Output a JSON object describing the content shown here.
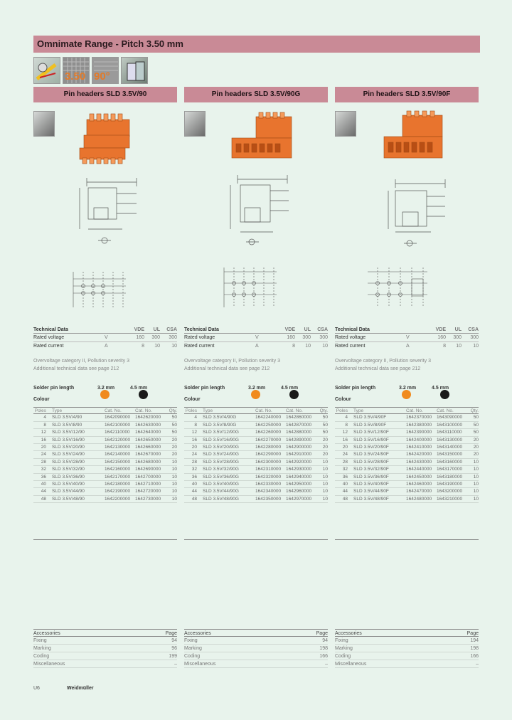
{
  "title": "Omnimate Range - Pitch 3.50 mm",
  "feature_icons": [
    {
      "name": "wire-connection-icon",
      "text": ""
    },
    {
      "name": "pitch-icon",
      "text": "3.50"
    },
    {
      "name": "angle-icon",
      "text": "90°"
    },
    {
      "name": "housing-icon",
      "text": ""
    }
  ],
  "columns": [
    {
      "header": "Pin headers SLD 3.5V/90",
      "tech": {
        "heading": "Technical Data",
        "std": [
          "VDE",
          "UL",
          "CSA"
        ],
        "rows": [
          {
            "label": "Rated voltage",
            "unit": "V",
            "values": [
              "160",
              "300",
              "300"
            ]
          },
          {
            "label": "Rated current",
            "unit": "A",
            "values": [
              "8",
              "10",
              "10"
            ]
          }
        ]
      },
      "notes": [
        "Overvoltage category II, Pollution severity 3",
        "Additional technical data see page 212"
      ],
      "solder": {
        "label": "Solder pin length",
        "len1": "3.2 mm",
        "len2": "4.5 mm",
        "colour": "Colour"
      },
      "order_header": [
        "Poles",
        "Type",
        "Cat. No.",
        "Cat. No.",
        "Qty."
      ],
      "order_rows": [
        [
          "4",
          "SLD 3.5V/4/90",
          "1642090000",
          "1642620000",
          "50"
        ],
        [
          "8",
          "SLD 3.5V/8/90",
          "1642100000",
          "1642630000",
          "50"
        ],
        [
          "12",
          "SLD 3.5V/12/90",
          "1642110000",
          "1642640000",
          "50"
        ],
        [
          "16",
          "SLD 3.5V/16/90",
          "1642120000",
          "1642650000",
          "20"
        ],
        [
          "20",
          "SLD 3.5V/20/90",
          "1642130000",
          "1642660000",
          "20"
        ],
        [
          "24",
          "SLD 3.5V/24/90",
          "1642140000",
          "1642670000",
          "20"
        ],
        [
          "28",
          "SLD 3.5V/28/90",
          "1642150000",
          "1642680000",
          "10"
        ],
        [
          "32",
          "SLD 3.5V/32/90",
          "1642160000",
          "1642690000",
          "10"
        ],
        [
          "36",
          "SLD 3.5V/36/90",
          "1642170000",
          "1642700000",
          "10"
        ],
        [
          "40",
          "SLD 3.5V/40/90",
          "1642180000",
          "1642710000",
          "10"
        ],
        [
          "44",
          "SLD 3.5V/44/90",
          "1642190000",
          "1642720000",
          "10"
        ],
        [
          "48",
          "SLD 3.5V/48/90",
          "1642200000",
          "1642730000",
          "10"
        ]
      ],
      "accessories": {
        "heading": "Accessories",
        "page_label": "Page",
        "rows": [
          [
            "Fixing",
            "94"
          ],
          [
            "Marking",
            "96"
          ],
          [
            "Coding",
            "199"
          ],
          [
            "Miscellaneous",
            "–"
          ]
        ]
      }
    },
    {
      "header": "Pin headers SLD 3.5V/90G",
      "tech": {
        "heading": "Technical Data",
        "std": [
          "VDE",
          "UL",
          "CSA"
        ],
        "rows": [
          {
            "label": "Rated voltage",
            "unit": "V",
            "values": [
              "160",
              "300",
              "300"
            ]
          },
          {
            "label": "Rated current",
            "unit": "A",
            "values": [
              "8",
              "10",
              "10"
            ]
          }
        ]
      },
      "notes": [
        "Overvoltage category II, Pollution severity 3",
        "Additional technical data see page 212"
      ],
      "solder": {
        "label": "Solder pin length",
        "len1": "3.2 mm",
        "len2": "4.5 mm",
        "colour": "Colour"
      },
      "order_header": [
        "Poles",
        "Type",
        "Cat. No.",
        "Cat. No.",
        "Qty."
      ],
      "order_rows": [
        [
          "4",
          "SLD 3.5V/4/90G",
          "1642240000",
          "1642860000",
          "50"
        ],
        [
          "8",
          "SLD 3.5V/8/90G",
          "1642250000",
          "1642870000",
          "50"
        ],
        [
          "12",
          "SLD 3.5V/12/90G",
          "1642260000",
          "1642880000",
          "50"
        ],
        [
          "16",
          "SLD 3.5V/16/90G",
          "1642270000",
          "1642890000",
          "20"
        ],
        [
          "20",
          "SLD 3.5V/20/90G",
          "1642280000",
          "1642900000",
          "20"
        ],
        [
          "24",
          "SLD 3.5V/24/90G",
          "1642290000",
          "1642910000",
          "20"
        ],
        [
          "28",
          "SLD 3.5V/28/90G",
          "1642300000",
          "1642920000",
          "10"
        ],
        [
          "32",
          "SLD 3.5V/32/90G",
          "1642310000",
          "1642930000",
          "10"
        ],
        [
          "36",
          "SLD 3.5V/36/90G",
          "1642320000",
          "1642940000",
          "10"
        ],
        [
          "40",
          "SLD 3.5V/40/90G",
          "1642330000",
          "1642950000",
          "10"
        ],
        [
          "44",
          "SLD 3.5V/44/90G",
          "1642340000",
          "1642960000",
          "10"
        ],
        [
          "48",
          "SLD 3.5V/48/90G",
          "1642350000",
          "1642970000",
          "10"
        ]
      ],
      "accessories": {
        "heading": "Accessories",
        "page_label": "Page",
        "rows": [
          [
            "Fixing",
            "94"
          ],
          [
            "Marking",
            "198"
          ],
          [
            "Coding",
            "166"
          ],
          [
            "Miscellaneous",
            "–"
          ]
        ]
      }
    },
    {
      "header": "Pin headers SLD 3.5V/90F",
      "tech": {
        "heading": "Technical Data",
        "std": [
          "VDE",
          "UL",
          "CSA"
        ],
        "rows": [
          {
            "label": "Rated voltage",
            "unit": "V",
            "values": [
              "160",
              "300",
              "300"
            ]
          },
          {
            "label": "Rated current",
            "unit": "A",
            "values": [
              "8",
              "10",
              "10"
            ]
          }
        ]
      },
      "notes": [
        "Overvoltage category II, Pollution severity 3",
        "Additional technical data see page 212"
      ],
      "solder": {
        "label": "Solder pin length",
        "len1": "3.2 mm",
        "len2": "4.5 mm",
        "colour": "Colour"
      },
      "order_header": [
        "Poles",
        "Type",
        "Cat. No.",
        "Cat. No.",
        "Qty."
      ],
      "order_rows": [
        [
          "4",
          "SLD 3.5V/4/90F",
          "1642370000",
          "1643090000",
          "50"
        ],
        [
          "8",
          "SLD 3.5V/8/90F",
          "1642380000",
          "1643100000",
          "50"
        ],
        [
          "12",
          "SLD 3.5V/12/90F",
          "1642390000",
          "1643110000",
          "50"
        ],
        [
          "16",
          "SLD 3.5V/16/90F",
          "1642400000",
          "1643130000",
          "20"
        ],
        [
          "20",
          "SLD 3.5V/20/90F",
          "1642410000",
          "1643140000",
          "20"
        ],
        [
          "24",
          "SLD 3.5V/24/90F",
          "1642420000",
          "1643150000",
          "20"
        ],
        [
          "28",
          "SLD 3.5V/28/90F",
          "1642430000",
          "1643160000",
          "10"
        ],
        [
          "32",
          "SLD 3.5V/32/90F",
          "1642440000",
          "1643170000",
          "10"
        ],
        [
          "36",
          "SLD 3.5V/36/90F",
          "1642450000",
          "1643180000",
          "10"
        ],
        [
          "40",
          "SLD 3.5V/40/90F",
          "1642460000",
          "1643190000",
          "10"
        ],
        [
          "44",
          "SLD 3.5V/44/90F",
          "1642470000",
          "1643200000",
          "10"
        ],
        [
          "48",
          "SLD 3.5V/48/90F",
          "1642480000",
          "1643210000",
          "10"
        ]
      ],
      "accessories": {
        "heading": "Accessories",
        "page_label": "Page",
        "rows": [
          [
            "Fixing",
            "194"
          ],
          [
            "Marking",
            "198"
          ],
          [
            "Coding",
            "166"
          ],
          [
            "Miscellaneous",
            "–"
          ]
        ]
      }
    }
  ],
  "footer": {
    "page": "U6",
    "brand": "Weidmüller"
  }
}
